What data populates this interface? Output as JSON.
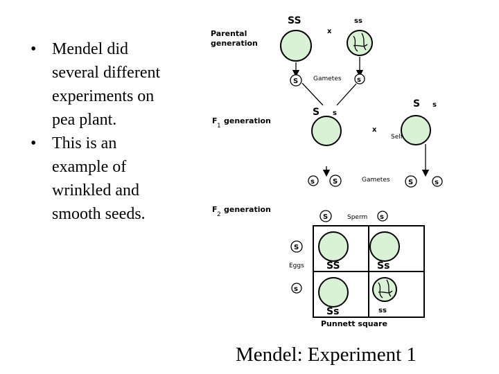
{
  "bullets": [
    {
      "marker": "•",
      "text": "Mendel did several different experiments on pea plant."
    },
    {
      "marker": "•",
      "text": "This is an example of wrinkled and smooth seeds."
    }
  ],
  "footer": "Mendel: Experiment 1",
  "diagram": {
    "parental_label": [
      "Parental",
      "generation"
    ],
    "f1_label": {
      "F": "F",
      "sub": "1",
      "rest": "generation"
    },
    "f2_label": {
      "F": "F",
      "sub": "2",
      "rest": "generation"
    },
    "parent_left_genotype": "SS",
    "parent_right_genotype": "ss",
    "cross_symbol": "x",
    "gametes_label": "Gametes",
    "gamete_S": "S",
    "gamete_s": "s",
    "f1_genotype_big": "S",
    "f1_genotype_small": "s",
    "self_label": "Self",
    "sperm_label": "Sperm",
    "eggs_label": "Eggs",
    "punnett_cells": [
      "SS",
      "Ss",
      "Ss",
      "ss"
    ],
    "punnett_title": "Punnett square"
  }
}
